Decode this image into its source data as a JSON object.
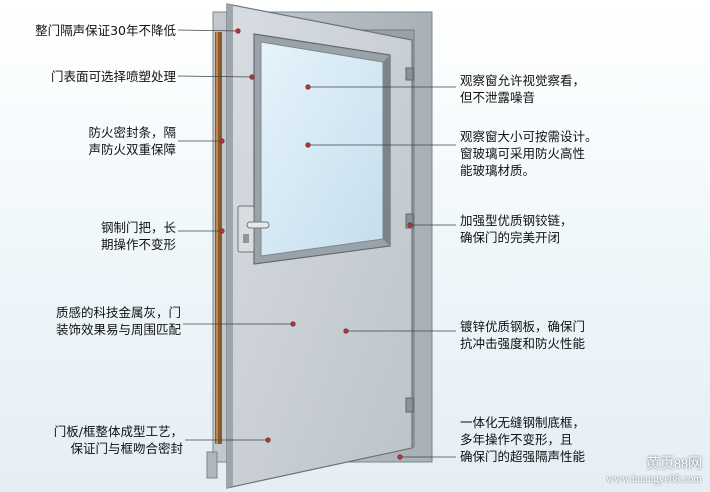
{
  "left_labels": [
    "整门隔声保证30年不降低",
    "门表面可选择喷塑处理",
    "防火密封条，隔\n声防火双重保障",
    "钢制门把，长\n期操作不变形",
    "质感的科技金属灰，门\n装饰效果易与周围匹配",
    "门板/框整体成型工艺，\n保证门与框吻合密封"
  ],
  "right_labels": [
    "观察窗允许视觉察看，\n但不泄露噪音",
    "观察窗大小可按需设计。\n窗玻璃可采用防火高性\n能玻璃材质。",
    "加强型优质钢铰链，\n确保门的完美开闭",
    "镀锌优质钢板，确保门\n抗冲击强度和防火性能",
    "一体化无缝钢制底框，\n多年操作不变形，且\n确保门的超强隔声性能"
  ],
  "watermark": {
    "line1": "黄页88网",
    "line2": "www.huangye88.com"
  },
  "colors": {
    "pointer": "#e0242a",
    "door": "#c9d0d6",
    "glass": "#cfe6f3",
    "seal": "#8a5a2b"
  }
}
